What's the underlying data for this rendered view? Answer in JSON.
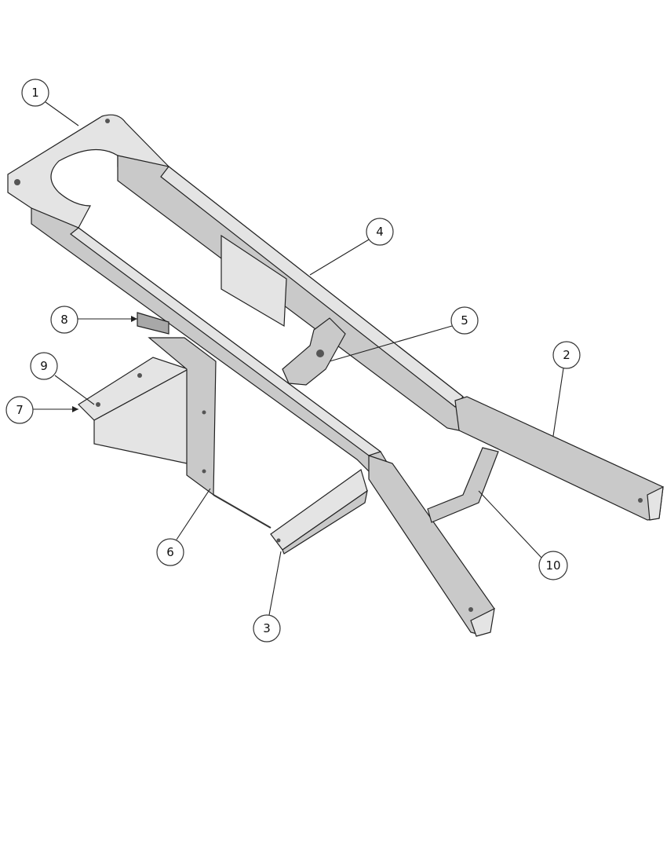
{
  "diagram": {
    "type": "exploded-parts-frame",
    "callouts": [
      {
        "id": "1",
        "label": "1"
      },
      {
        "id": "2",
        "label": "2"
      },
      {
        "id": "3",
        "label": "3"
      },
      {
        "id": "4",
        "label": "4"
      },
      {
        "id": "5",
        "label": "5"
      },
      {
        "id": "6",
        "label": "6"
      },
      {
        "id": "7",
        "label": "7"
      },
      {
        "id": "8",
        "label": "8"
      },
      {
        "id": "9",
        "label": "9"
      },
      {
        "id": "10",
        "label": "10"
      }
    ]
  }
}
